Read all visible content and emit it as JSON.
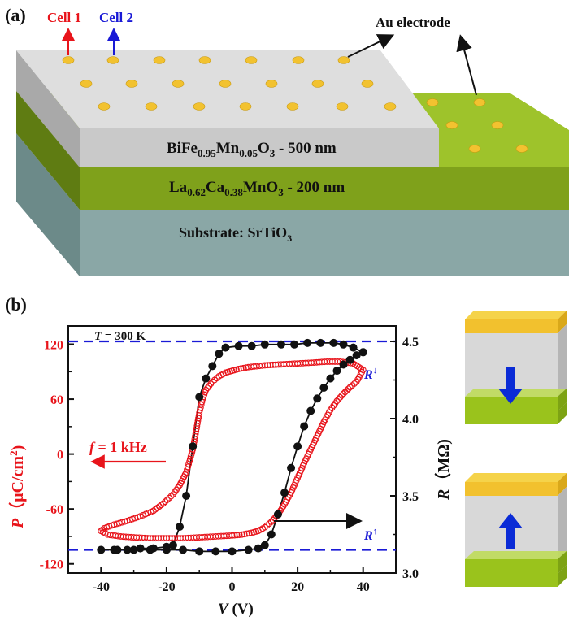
{
  "panel_a": {
    "label": "(a)",
    "cell1_label": "Cell 1",
    "cell2_label": "Cell 2",
    "electrode_label": "Au electrode",
    "layer_top": {
      "base": "BiFe",
      "s1": "0.95",
      "mid": "Mn",
      "s2": "0.05",
      "end": "O",
      "s3": "3",
      "tail": " - 500 nm"
    },
    "layer_mid": {
      "base": "La",
      "s1": "0.62",
      "mid": "Ca",
      "s2": "0.38",
      "end": "MnO",
      "s3": "3",
      "tail": " - 200 nm"
    },
    "layer_sub": {
      "base": "Substrate: SrTiO",
      "s1": "3"
    },
    "colors": {
      "bfmo": "#cccccc",
      "lcmo": "#7fa11b",
      "substrate": "#8aa7a6",
      "au": "#f2c230",
      "cell1": "#e8141b",
      "cell2": "#1a1ad6"
    }
  },
  "panel_b": {
    "label": "(b)",
    "temperature": {
      "sym": "T",
      "rest": " = 300 K"
    },
    "frequency": {
      "sym": "f",
      "rest": " = 1 kHz"
    },
    "r_down": {
      "sym": "R",
      "sup": "↓"
    },
    "r_up": {
      "sym": "R",
      "sup": "↑"
    },
    "x_label": {
      "sym": "V",
      "unit": " (V)"
    },
    "y_left_label": {
      "sym": "P",
      "unit": "（μC/cm",
      "sup": "2",
      "close": ")"
    },
    "y_right_label": {
      "sym": "R",
      "unit": "（MΩ)"
    },
    "colors": {
      "polarization": "#e8141b",
      "resistance": "#111111",
      "dashed": "#1a1ad6",
      "arrow_blue": "#0a2bd6",
      "ferro_gold": "#f2c12e",
      "ferro_green": "#9ac31c"
    }
  },
  "chart_data": {
    "type": "scatter",
    "xlabel": "V (V)",
    "ylabel": "P (μC/cm2)",
    "y2label": "R (MΩ)",
    "xlim": [
      -50,
      50
    ],
    "ylim": [
      -130,
      140
    ],
    "y2lim": [
      3.0,
      4.6
    ],
    "x_ticks": [
      -40,
      -20,
      0,
      20,
      40
    ],
    "y_ticks": [
      -120,
      -60,
      0,
      60,
      120
    ],
    "y2_ticks": [
      "3.0",
      "3.5",
      "4.0",
      "4.5"
    ],
    "y2_tick_values": [
      3.0,
      3.5,
      4.0,
      4.5
    ],
    "dashed_levels_R": [
      4.5,
      3.15
    ],
    "series": [
      {
        "type": "open-circles",
        "axis": "left",
        "upper_branch": [
          [
            40,
            92
          ],
          [
            37,
            99
          ],
          [
            33,
            101
          ],
          [
            29,
            101
          ],
          [
            25,
            100
          ],
          [
            20,
            99
          ],
          [
            15,
            98
          ],
          [
            10,
            97
          ],
          [
            5,
            95
          ],
          [
            2,
            93
          ],
          [
            0,
            91
          ],
          [
            -2,
            89
          ],
          [
            -4,
            85
          ],
          [
            -6,
            79
          ],
          [
            -8,
            70
          ],
          [
            -9,
            60
          ],
          [
            -10,
            45
          ],
          [
            -11,
            25
          ],
          [
            -12,
            5
          ],
          [
            -13,
            -8
          ],
          [
            -14,
            -20
          ],
          [
            -16,
            -34
          ],
          [
            -18,
            -44
          ],
          [
            -21,
            -54
          ],
          [
            -24,
            -62
          ],
          [
            -28,
            -68
          ],
          [
            -32,
            -73
          ],
          [
            -36,
            -77
          ],
          [
            -39,
            -81
          ],
          [
            -40,
            -84
          ]
        ],
        "lower_branch": [
          [
            -40,
            -84
          ],
          [
            -38,
            -88
          ],
          [
            -34,
            -90
          ],
          [
            -30,
            -91
          ],
          [
            -25,
            -92
          ],
          [
            -20,
            -92
          ],
          [
            -15,
            -92
          ],
          [
            -10,
            -91
          ],
          [
            -5,
            -90
          ],
          [
            0,
            -89
          ],
          [
            3,
            -88
          ],
          [
            6,
            -86
          ],
          [
            8,
            -84
          ],
          [
            10,
            -80
          ],
          [
            12,
            -74
          ],
          [
            14,
            -66
          ],
          [
            16,
            -55
          ],
          [
            18,
            -42
          ],
          [
            20,
            -26
          ],
          [
            22,
            -10
          ],
          [
            24,
            5
          ],
          [
            26,
            20
          ],
          [
            28,
            35
          ],
          [
            30,
            48
          ],
          [
            32,
            58
          ],
          [
            34,
            66
          ],
          [
            36,
            73
          ],
          [
            38,
            79
          ],
          [
            40,
            92
          ]
        ]
      },
      {
        "type": "filled-circles",
        "axis": "right",
        "points": [
          [
            40,
            4.43
          ],
          [
            37,
            4.46
          ],
          [
            34,
            4.48
          ],
          [
            31,
            4.49
          ],
          [
            27,
            4.49
          ],
          [
            23,
            4.49
          ],
          [
            19,
            4.48
          ],
          [
            15,
            4.48
          ],
          [
            10,
            4.48
          ],
          [
            6,
            4.47
          ],
          [
            2,
            4.47
          ],
          [
            -2,
            4.46
          ],
          [
            -4,
            4.42
          ],
          [
            -6,
            4.34
          ],
          [
            -8,
            4.26
          ],
          [
            -10,
            4.14
          ],
          [
            -12,
            3.82
          ],
          [
            -14,
            3.5
          ],
          [
            -16,
            3.3
          ],
          [
            -18,
            3.18
          ],
          [
            -20,
            3.17
          ],
          [
            -24,
            3.16
          ],
          [
            -28,
            3.16
          ],
          [
            -32,
            3.15
          ],
          [
            -36,
            3.15
          ],
          [
            -40,
            3.15
          ],
          [
            -35,
            3.15
          ],
          [
            -30,
            3.15
          ],
          [
            -25,
            3.15
          ],
          [
            -20,
            3.15
          ],
          [
            -15,
            3.15
          ],
          [
            -10,
            3.14
          ],
          [
            -5,
            3.14
          ],
          [
            0,
            3.14
          ],
          [
            5,
            3.15
          ],
          [
            8,
            3.16
          ],
          [
            10,
            3.18
          ],
          [
            12,
            3.25
          ],
          [
            14,
            3.38
          ],
          [
            16,
            3.52
          ],
          [
            18,
            3.68
          ],
          [
            20,
            3.82
          ],
          [
            22,
            3.95
          ],
          [
            24,
            4.05
          ],
          [
            26,
            4.13
          ],
          [
            28,
            4.2
          ],
          [
            30,
            4.26
          ],
          [
            32,
            4.31
          ],
          [
            34,
            4.35
          ],
          [
            36,
            4.38
          ],
          [
            38,
            4.41
          ],
          [
            40,
            4.43
          ]
        ]
      }
    ]
  }
}
